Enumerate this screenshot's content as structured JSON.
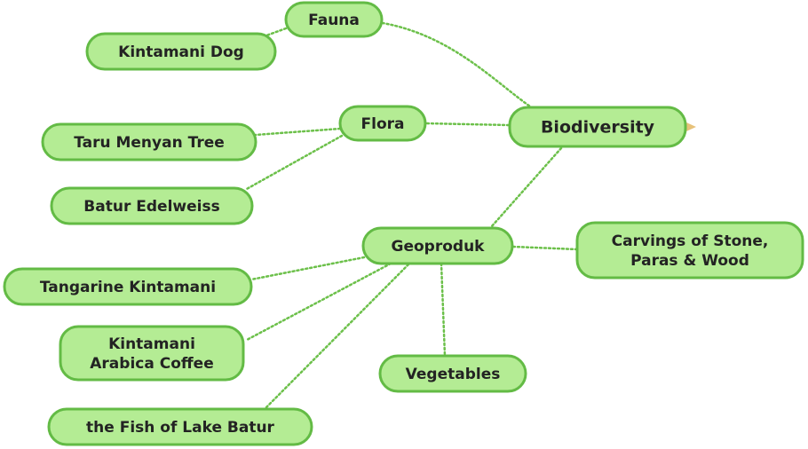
{
  "diagram": {
    "nodes": {
      "biodiversity": {
        "lines": [
          "Biodiversity"
        ]
      },
      "fauna": {
        "lines": [
          "Fauna"
        ]
      },
      "kintamani_dog": {
        "lines": [
          "Kintamani Dog"
        ]
      },
      "flora": {
        "lines": [
          "Flora"
        ]
      },
      "taru_menyan": {
        "lines": [
          "Taru Menyan Tree"
        ]
      },
      "batur_edelweiss": {
        "lines": [
          "Batur Edelweiss"
        ]
      },
      "geoproduk": {
        "lines": [
          "Geoproduk"
        ]
      },
      "carvings": {
        "lines": [
          "Carvings of Stone,",
          "Paras & Wood"
        ]
      },
      "tangarine": {
        "lines": [
          "Tangarine Kintamani"
        ]
      },
      "arabica": {
        "lines": [
          "Kintamani",
          "Arabica Coffee"
        ]
      },
      "vegetables": {
        "lines": [
          "Vegetables"
        ]
      },
      "fish": {
        "lines": [
          "the Fish of Lake Batur"
        ]
      }
    },
    "edges": [
      [
        "biodiversity",
        "fauna"
      ],
      [
        "fauna",
        "kintamani_dog"
      ],
      [
        "biodiversity",
        "flora"
      ],
      [
        "flora",
        "taru_menyan"
      ],
      [
        "flora",
        "batur_edelweiss"
      ],
      [
        "biodiversity",
        "geoproduk"
      ],
      [
        "geoproduk",
        "carvings"
      ],
      [
        "geoproduk",
        "tangarine"
      ],
      [
        "geoproduk",
        "arabica"
      ],
      [
        "geoproduk",
        "vegetables"
      ],
      [
        "geoproduk",
        "fish"
      ]
    ],
    "colors": {
      "fill": "#b4ec94",
      "stroke": "#63bb45",
      "edge": "#6cc04a",
      "text": "#232323",
      "arrow": "#e7c27a"
    }
  }
}
